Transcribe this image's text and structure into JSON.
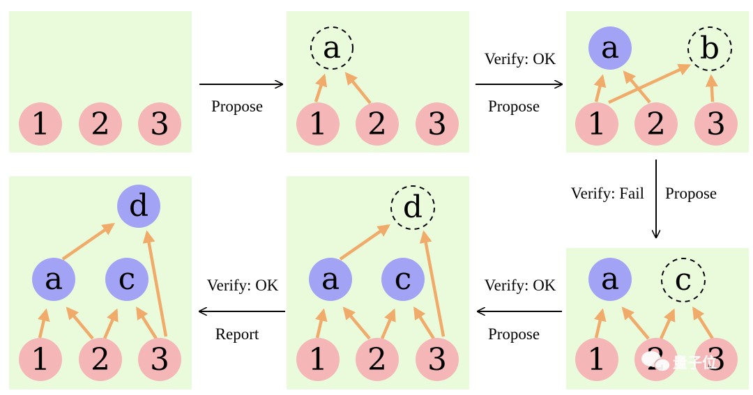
{
  "nodes": {
    "n1": "1",
    "n2": "2",
    "n3": "3",
    "a": "a",
    "b": "b",
    "c": "c",
    "d": "d"
  },
  "steps": {
    "s1_bottom": "Propose",
    "s2_top": "Verify: OK",
    "s2_bottom": "Propose",
    "s3_left": "Verify: Fail",
    "s3_right": "Propose",
    "s4_top": "Verify: OK",
    "s4_bottom": "Propose",
    "s5_top": "Verify: OK",
    "s5_bottom": "Report"
  },
  "watermark": "量子位",
  "colors": {
    "panel": "#eafbdc",
    "input_node": "#f4b6b6",
    "lemma_node": "#a3a3f5",
    "edge": "#f0aa6a"
  }
}
